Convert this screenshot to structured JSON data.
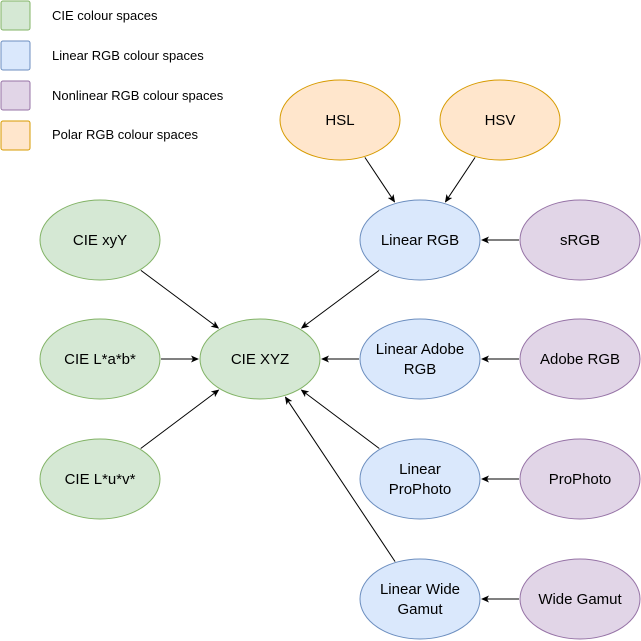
{
  "legend": [
    {
      "label": "CIE colour spaces",
      "category": "cie"
    },
    {
      "label": "Linear RGB colour spaces",
      "category": "linear"
    },
    {
      "label": "Nonlinear RGB colour spaces",
      "category": "nonlinear"
    },
    {
      "label": "Polar RGB colour spaces",
      "category": "polar"
    }
  ],
  "colors": {
    "cie": {
      "fill": "#d5e8d4",
      "stroke": "#82b366"
    },
    "linear": {
      "fill": "#dae8fc",
      "stroke": "#6c8ebf"
    },
    "nonlinear": {
      "fill": "#e1d5e7",
      "stroke": "#9673a6"
    },
    "polar": {
      "fill": "#ffe6cc",
      "stroke": "#d79b00"
    },
    "edge": "#000000"
  },
  "nodes": {
    "hsl": {
      "lines": [
        "HSL"
      ],
      "category": "polar"
    },
    "hsv": {
      "lines": [
        "HSV"
      ],
      "category": "polar"
    },
    "cie_xyy": {
      "lines": [
        "CIE xyY"
      ],
      "category": "cie"
    },
    "cie_lab": {
      "lines": [
        "CIE L*a*b*"
      ],
      "category": "cie"
    },
    "cie_luv": {
      "lines": [
        "CIE L*u*v*"
      ],
      "category": "cie"
    },
    "cie_xyz": {
      "lines": [
        "CIE XYZ"
      ],
      "category": "cie"
    },
    "linear_rgb": {
      "lines": [
        "Linear RGB"
      ],
      "category": "linear"
    },
    "linear_adobe": {
      "lines": [
        "Linear Adobe",
        "RGB"
      ],
      "category": "linear"
    },
    "linear_prophoto": {
      "lines": [
        "Linear",
        "ProPhoto"
      ],
      "category": "linear"
    },
    "linear_wide": {
      "lines": [
        "Linear Wide",
        "Gamut"
      ],
      "category": "linear"
    },
    "srgb": {
      "lines": [
        "sRGB"
      ],
      "category": "nonlinear"
    },
    "adobe_rgb": {
      "lines": [
        "Adobe RGB"
      ],
      "category": "nonlinear"
    },
    "prophoto": {
      "lines": [
        "ProPhoto"
      ],
      "category": "nonlinear"
    },
    "wide_gamut": {
      "lines": [
        "Wide Gamut"
      ],
      "category": "nonlinear"
    }
  },
  "edges": [
    {
      "from": "hsl",
      "to": "linear_rgb"
    },
    {
      "from": "hsv",
      "to": "linear_rgb"
    },
    {
      "from": "srgb",
      "to": "linear_rgb"
    },
    {
      "from": "cie_xyy",
      "to": "cie_xyz"
    },
    {
      "from": "cie_lab",
      "to": "cie_xyz"
    },
    {
      "from": "cie_luv",
      "to": "cie_xyz"
    },
    {
      "from": "linear_rgb",
      "to": "cie_xyz"
    },
    {
      "from": "linear_adobe",
      "to": "cie_xyz"
    },
    {
      "from": "linear_prophoto",
      "to": "cie_xyz"
    },
    {
      "from": "linear_wide",
      "to": "cie_xyz"
    },
    {
      "from": "adobe_rgb",
      "to": "linear_adobe"
    },
    {
      "from": "prophoto",
      "to": "linear_prophoto"
    },
    {
      "from": "wide_gamut",
      "to": "linear_wide"
    }
  ]
}
